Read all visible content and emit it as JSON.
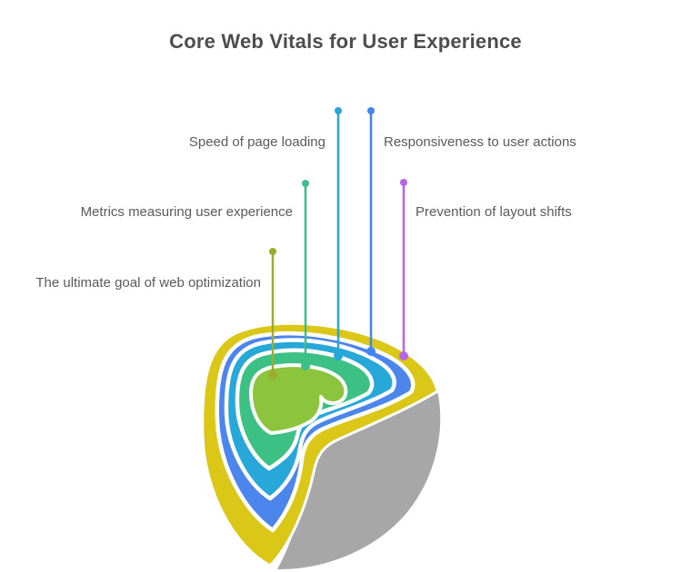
{
  "title": "Core Web Vitals for User Experience",
  "diagram": {
    "type": "onion-cutaway",
    "side_color": "#a7a7a7",
    "rings": [
      {
        "name": "outer-ring",
        "color": "#dbc717"
      },
      {
        "name": "second-ring",
        "color": "#4c85ec"
      },
      {
        "name": "third-ring",
        "color": "#27a8d9"
      },
      {
        "name": "fourth-ring",
        "color": "#3cc084"
      },
      {
        "name": "core",
        "color": "#8cc43d"
      }
    ]
  },
  "callouts": [
    {
      "label": "Speed of page loading",
      "line_color": "#29a6d8"
    },
    {
      "label": "Responsiveness to user actions",
      "line_color": "#4385f2"
    },
    {
      "label": "Metrics measuring user experience",
      "line_color": "#3fbd89"
    },
    {
      "label": "Prevention of layout shifts",
      "line_color": "#b666e2"
    },
    {
      "label": "The ultimate goal of web optimization",
      "line_color": "#9cad2b"
    }
  ]
}
